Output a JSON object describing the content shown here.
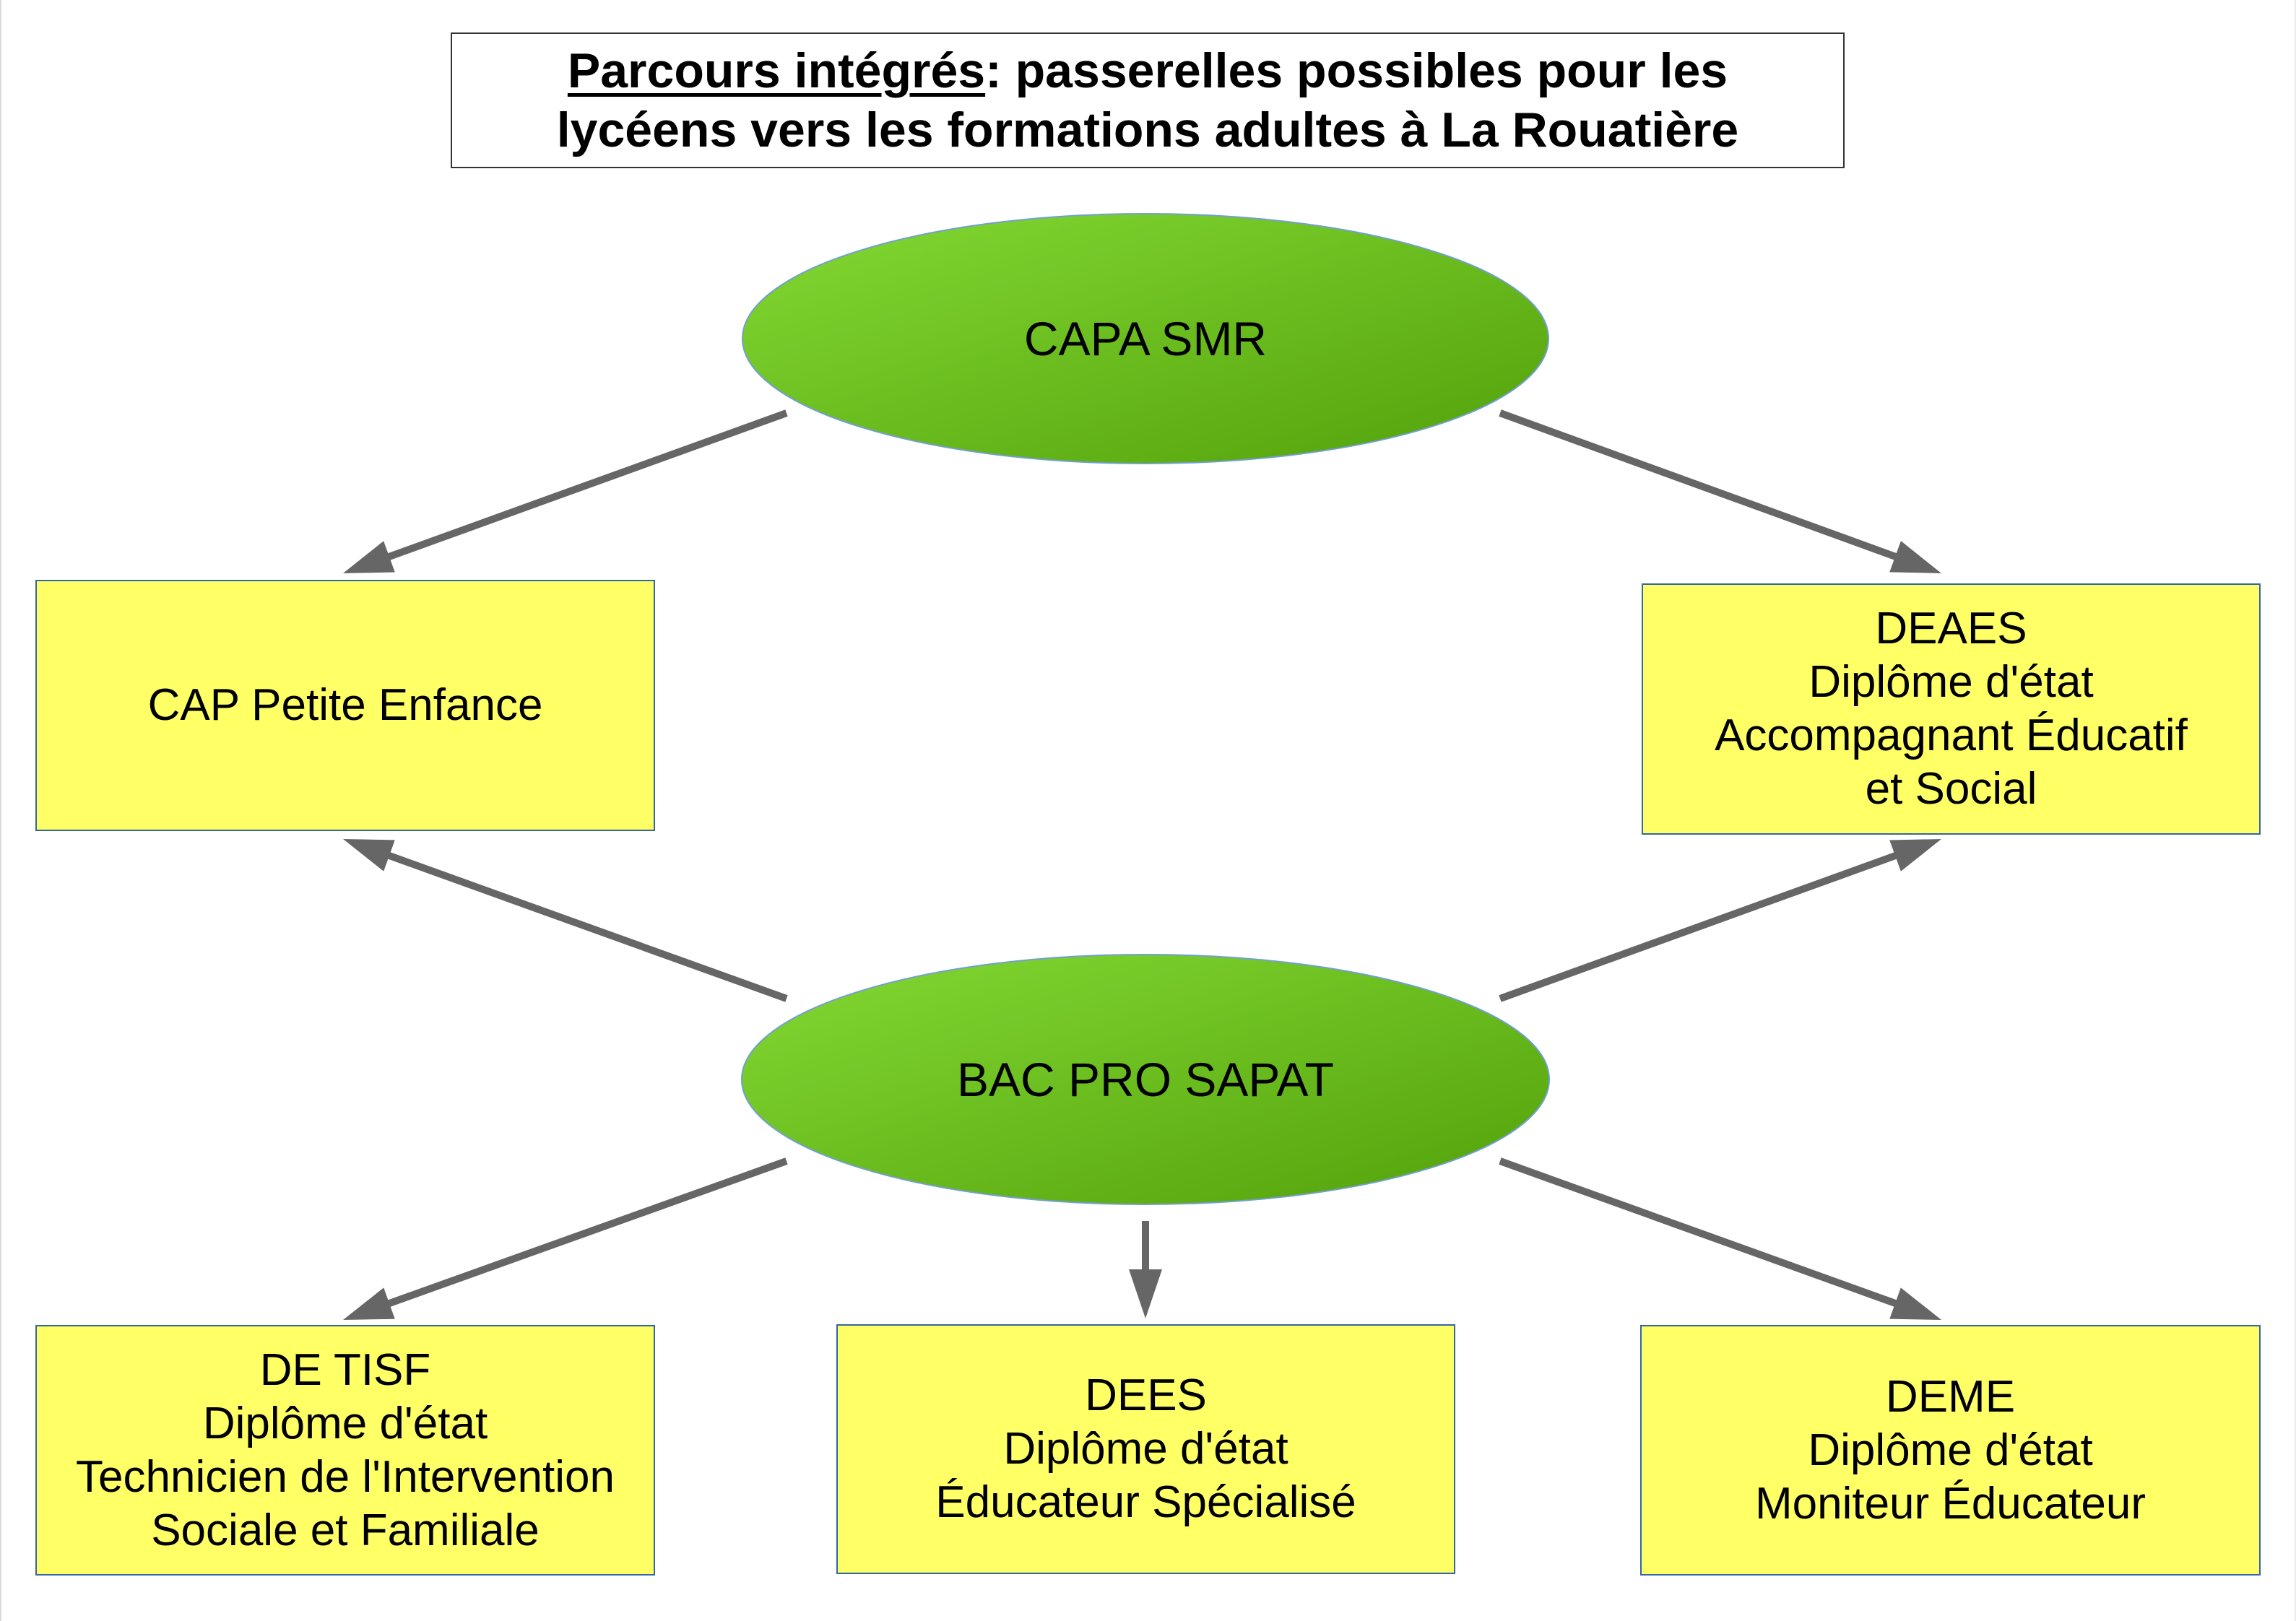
{
  "title": {
    "underlined_part": "Parcours intégrés",
    "rest_line1": ": passerelles possibles pour les",
    "line2": "lycéens vers les formations adultes à La Rouatière"
  },
  "colors": {
    "ellipse_gradient_start": "#84da34",
    "ellipse_gradient_end": "#52a00a",
    "ellipse_outline": "#729fcf",
    "box_fill": "#ffff66",
    "box_border": "#3465a4",
    "arrow": "#666666"
  },
  "source_nodes": [
    {
      "id": "capa-smr",
      "label": "CAPA SMR"
    },
    {
      "id": "bac-pro-sapat",
      "label": "BAC PRO SAPAT"
    }
  ],
  "target_boxes": [
    {
      "id": "cap-petite-enfance",
      "lines": [
        "CAP Petite Enfance"
      ]
    },
    {
      "id": "deaes",
      "lines": [
        "DEAES",
        "Diplôme d'état",
        "Accompagnant Éducatif",
        "et Social"
      ]
    },
    {
      "id": "de-tisf",
      "lines": [
        "DE TISF",
        "Diplôme d'état",
        "Technicien de l'Intervention",
        "Sociale et Familiale"
      ]
    },
    {
      "id": "dees",
      "lines": [
        "DEES",
        "Diplôme d'état",
        "Éducateur Spécialisé"
      ]
    },
    {
      "id": "deme",
      "lines": [
        "DEME",
        "Diplôme d'état",
        "Moniteur Éducateur"
      ]
    }
  ],
  "edges": [
    {
      "from": "capa-smr",
      "to": "cap-petite-enfance"
    },
    {
      "from": "capa-smr",
      "to": "deaes"
    },
    {
      "from": "bac-pro-sapat",
      "to": "cap-petite-enfance"
    },
    {
      "from": "bac-pro-sapat",
      "to": "deaes"
    },
    {
      "from": "bac-pro-sapat",
      "to": "de-tisf"
    },
    {
      "from": "bac-pro-sapat",
      "to": "dees"
    },
    {
      "from": "bac-pro-sapat",
      "to": "deme"
    }
  ]
}
